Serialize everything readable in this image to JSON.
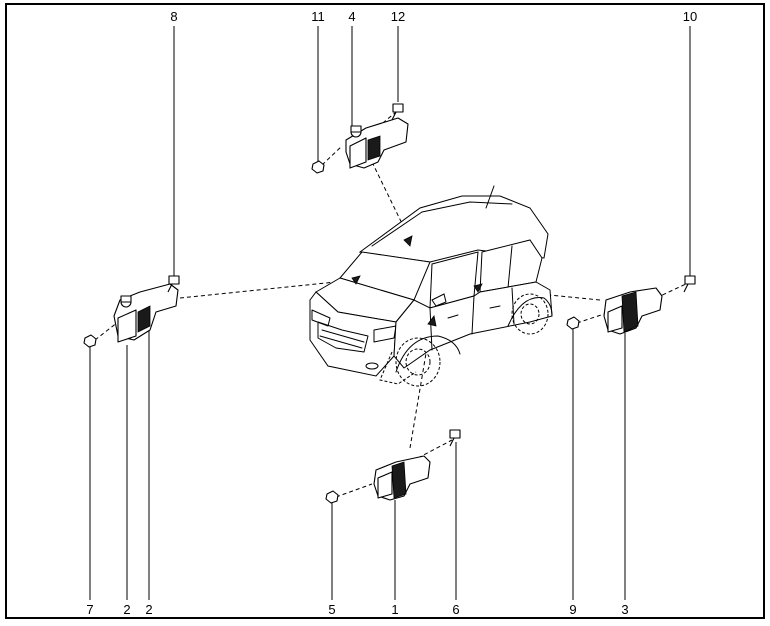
{
  "callouts": {
    "c8": "8",
    "c11": "11",
    "c4": "4",
    "c12": "12",
    "c10": "10",
    "c7": "7",
    "c2a": "2",
    "c2b": "2",
    "c5": "5",
    "c1": "1",
    "c6": "6",
    "c9": "9",
    "c3": "3"
  }
}
